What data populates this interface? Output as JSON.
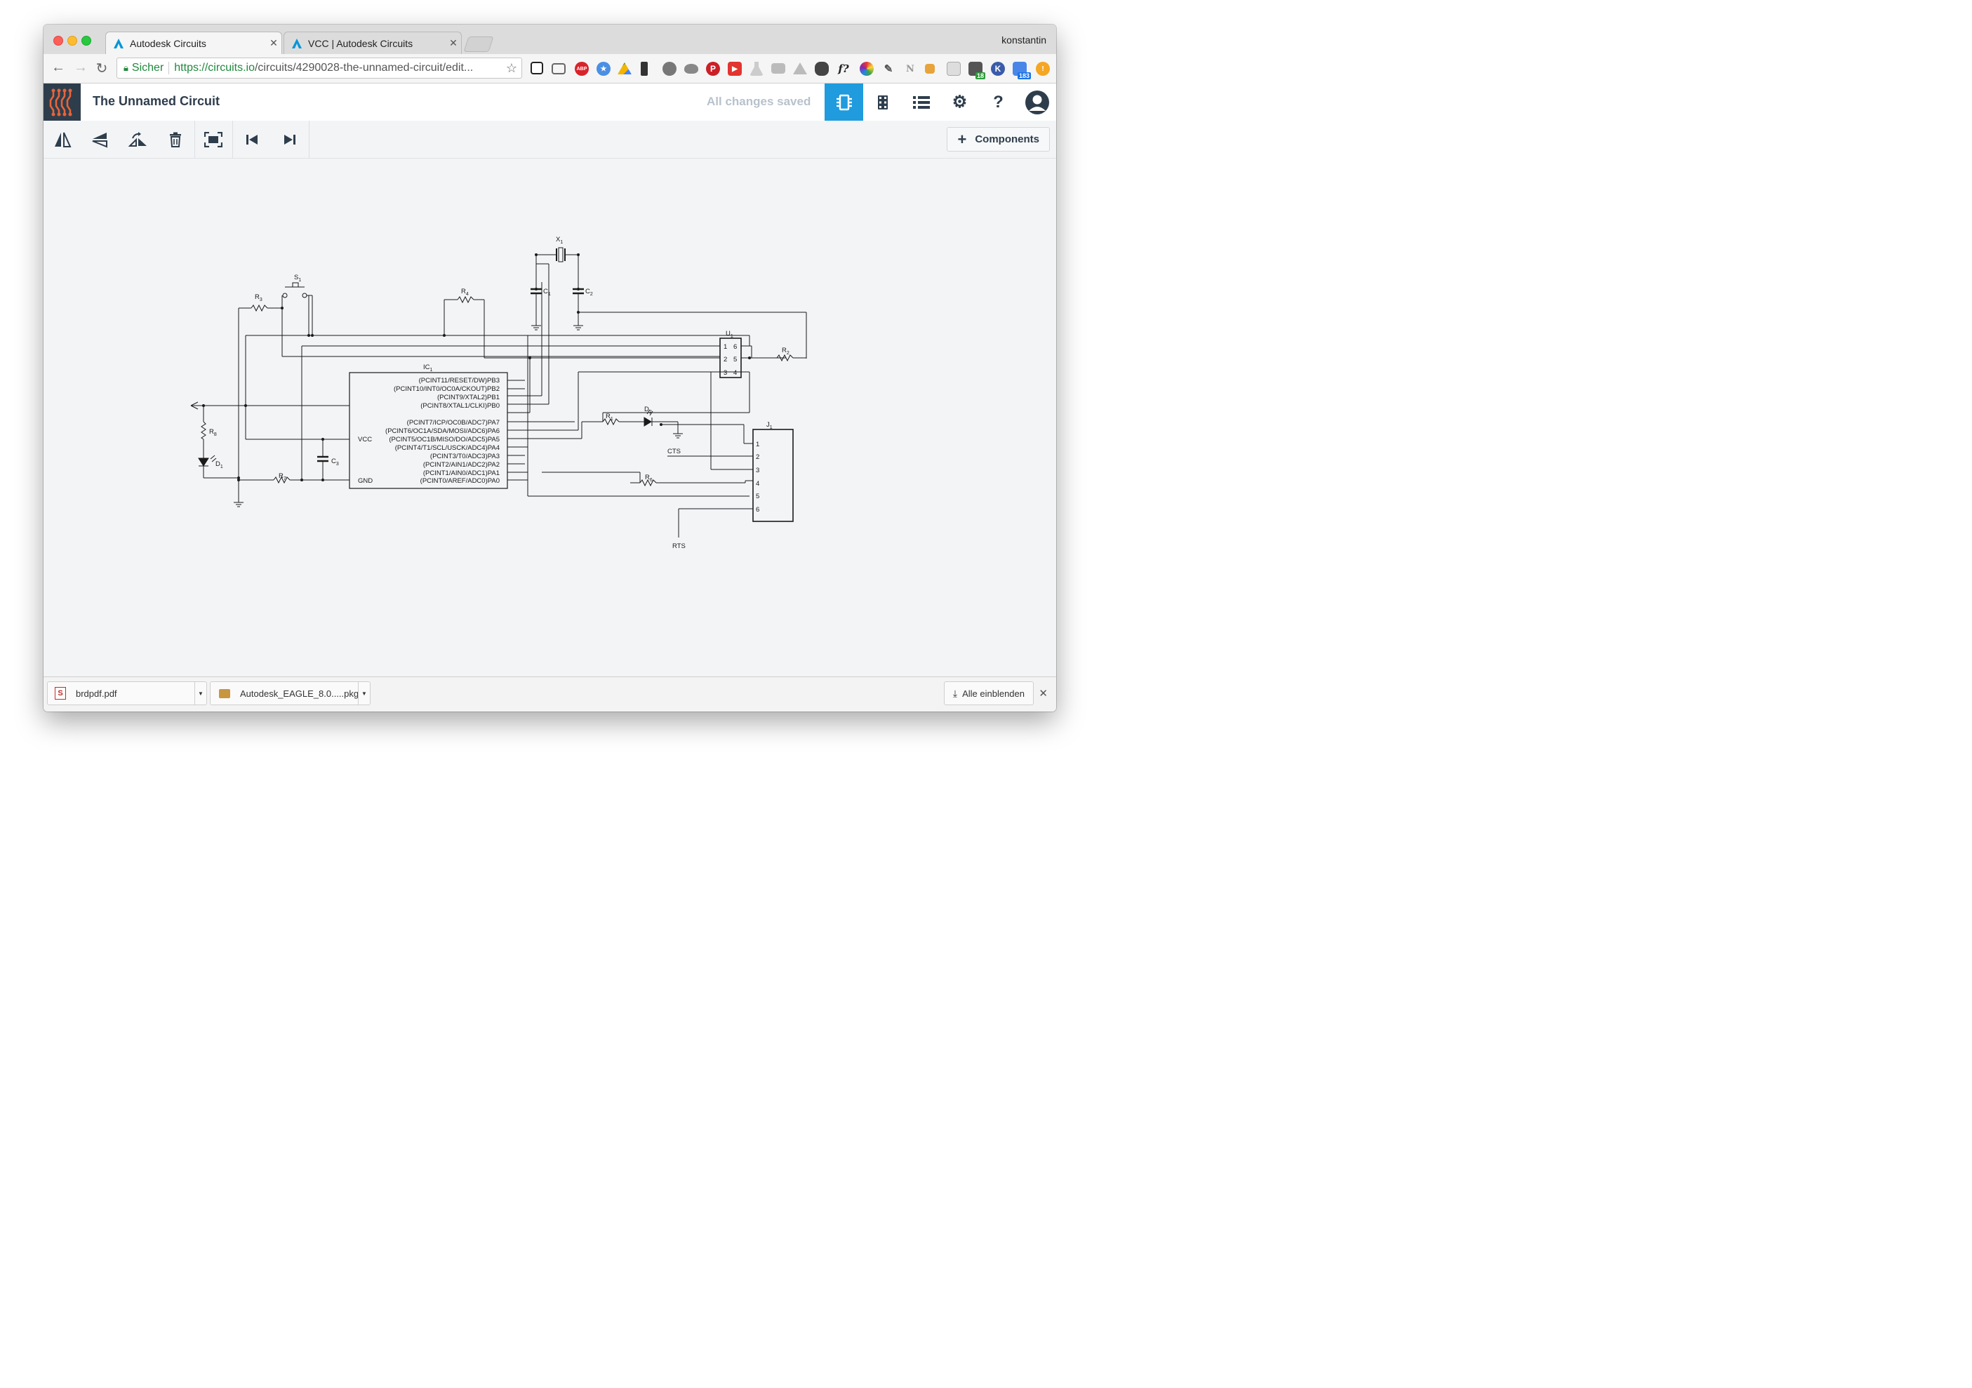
{
  "browser": {
    "tabs": [
      {
        "title": "Autodesk Circuits",
        "active": true
      },
      {
        "title": "VCC | Autodesk Circuits",
        "active": false
      }
    ],
    "user": "konstantin",
    "security_label": "Sicher",
    "url_host": "https://circuits.io",
    "url_path": "/circuits/4290028-the-unnamed-circuit/edit...",
    "ext_badges": {
      "mail": "18",
      "calendar": "183"
    }
  },
  "app": {
    "title": "The Unnamed Circuit",
    "status": "All changes saved",
    "help_label": "?",
    "components_button": "Components"
  },
  "schematic": {
    "ic": {
      "name": "IC",
      "sub": "1",
      "pins_right": [
        "(PCINT11/RESET/DW)PB3",
        "(PCINT10/INT0/OC0A/CKOUT)PB2",
        "(PCINT9/XTAL2)PB1",
        "(PCINT8/XTAL1/CLKI)PB0",
        "(PCINT7/ICP/OC0B/ADC7)PA7",
        "(PCINT6/OC1A/SDA/MOSI/ADC6)PA6",
        "(PCINT5/OC1B/MISO/DO/ADC5)PA5",
        "(PCINT4/T1/SCL/USCK/ADC4)PA4",
        "(PCINT3/T0/ADC3)PA3",
        "(PCINT2/AIN1/ADC2)PA2",
        "(PCINT1/AIN0/ADC1)PA1",
        "(PCINT0/AREF/ADC0)PA0"
      ],
      "pin_vcc": "VCC",
      "pin_gnd": "GND"
    },
    "labels": {
      "x1": "X",
      "x1_sub": "1",
      "s1": "S",
      "s1_sub": "1",
      "r1": "R",
      "r1_sub": "1",
      "r2": "R",
      "r2_sub": "2",
      "r3": "R",
      "r3_sub": "3",
      "r4": "R",
      "r4_sub": "4",
      "r6": "R",
      "r6_sub": "6",
      "r7": "R",
      "r7_sub": "7",
      "r8": "R",
      "r8_sub": "8",
      "c1": "C",
      "c1_sub": "1",
      "c2": "C",
      "c2_sub": "2",
      "c3": "C",
      "c3_sub": "3",
      "d1": "D",
      "d1_sub": "1",
      "d2": "D",
      "d2_sub": "2",
      "u1": "U",
      "u1_sub": "1",
      "j1": "J",
      "j1_sub": "1",
      "cts": "CTS",
      "rts": "RTS"
    },
    "u1_pins_left": [
      "1",
      "2",
      "3"
    ],
    "u1_pins_right": [
      "6",
      "5",
      "4"
    ],
    "j1_pins": [
      "1",
      "2",
      "3",
      "4",
      "5",
      "6"
    ]
  },
  "downloads": {
    "items": [
      {
        "name": "brdpdf.pdf"
      },
      {
        "name": "Autodesk_EAGLE_8.0.....pkg"
      }
    ],
    "show_all": "Alle einblenden"
  }
}
